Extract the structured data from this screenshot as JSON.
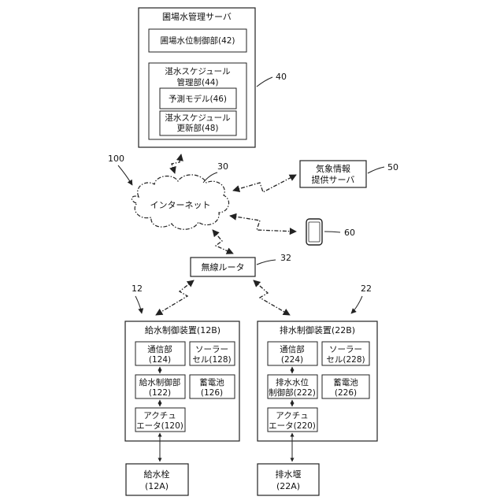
{
  "server": {
    "title": "圃場水管理サーバ",
    "water_level_control": "圃場水位制御部(42)",
    "schedule_mgmt_line1": "湛水スケジュール",
    "schedule_mgmt_line2": "管理部(44)",
    "prediction_model": "予測モデル(46)",
    "schedule_update_line1": "湛水スケジュール",
    "schedule_update_line2": "更新部(48)",
    "ref": "40"
  },
  "network": {
    "ref": "100",
    "internet_label": "インターネット",
    "internet_ref": "30"
  },
  "weather": {
    "line1": "気象情報",
    "line2": "提供サーバ",
    "ref": "50"
  },
  "mobile": {
    "ref": "60"
  },
  "router": {
    "label": "無線ルータ",
    "ref": "32"
  },
  "supply": {
    "ref": "12",
    "title": "給水制御装置(12B)",
    "comm_line1": "通信部",
    "comm_line2": "(124)",
    "solar_line1": "ソーラー",
    "solar_line2": "セル(128)",
    "ctrl_line1": "給水制御部",
    "ctrl_line2": "(122)",
    "battery_line1": "蓄電池",
    "battery_line2": "(126)",
    "act_line1": "アクチュ",
    "act_line2": "エータ(120)",
    "valve_line1": "給水栓",
    "valve_line2": "(12A)"
  },
  "drain": {
    "ref": "22",
    "title": "排水制御装置(22B)",
    "comm_line1": "通信部",
    "comm_line2": "(224)",
    "solar_line1": "ソーラー",
    "solar_line2": "セル(228)",
    "ctrl_line1": "排水水位",
    "ctrl_line2": "制御部(222)",
    "battery_line1": "蓄電池",
    "battery_line2": "(226)",
    "act_line1": "アクチュ",
    "act_line2": "エータ(220)",
    "weir_line1": "排水堰",
    "weir_line2": "(22A)"
  }
}
